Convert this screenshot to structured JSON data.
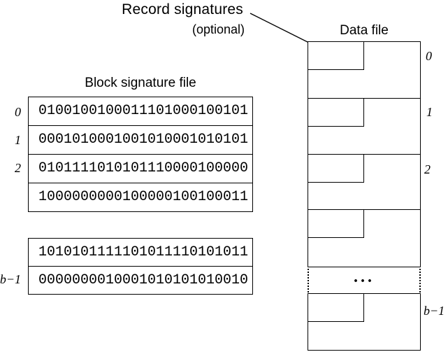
{
  "annotation": {
    "line1": "Record signatures",
    "line2": "(optional)"
  },
  "block_signature_file": {
    "title": "Block signature file",
    "groups": [
      {
        "rows": [
          {
            "label": "0",
            "bits": "0100100100011101000100101"
          },
          {
            "label": "1",
            "bits": "0001010001001010001010101"
          },
          {
            "label": "2",
            "bits": "0101111010101110000100000"
          },
          {
            "label": "",
            "bits": "1000000000100000100100011"
          }
        ]
      },
      {
        "rows": [
          {
            "label": "",
            "bits": "1010101111101011110101011"
          },
          {
            "label": "b−1",
            "bits": "0000000010001010101010010"
          }
        ]
      }
    ]
  },
  "data_file": {
    "title": "Data file",
    "blocks": [
      {
        "label": "0"
      },
      {
        "label": "1"
      },
      {
        "label": "2"
      },
      {
        "label": ""
      },
      {
        "label": "b−1"
      }
    ],
    "ellipsis": "..."
  },
  "colors": {
    "ink": "#000000",
    "background": "#ffffff"
  }
}
